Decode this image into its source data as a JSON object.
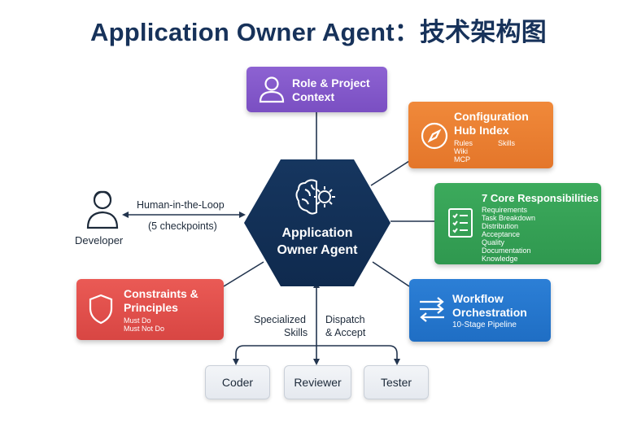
{
  "title": "Application Owner Agent：技术架构图",
  "center": {
    "line1": "Application",
    "line2": "Owner Agent"
  },
  "role_context": {
    "line1": "Role & Project",
    "line2": "Context"
  },
  "config_hub": {
    "line1": "Configuration",
    "line2": "Hub Index",
    "items": [
      "Rules",
      "Skills",
      "Wiki",
      "MCP"
    ]
  },
  "responsibilities": {
    "title": "7 Core Responsibilities",
    "items": [
      "Requirements",
      "Task Breakdown",
      "Distribution",
      "Acceptance",
      "Quality",
      "Documentation",
      "Knowledge"
    ]
  },
  "workflow": {
    "line1": "Workflow",
    "line2": "Orchestration",
    "sub": "10-Stage Pipeline"
  },
  "constraints": {
    "line1": "Constraints &",
    "line2": "Principles",
    "items": [
      "Must Do",
      "Must Not Do"
    ]
  },
  "developer": {
    "label": "Developer",
    "link_line1": "Human-in-the-Loop",
    "link_line2": "(5 checkpoints)"
  },
  "skills": {
    "left_line1": "Specialized",
    "left_line2": "Skills",
    "right_line1": "Dispatch",
    "right_line2": "& Accept"
  },
  "subagents": [
    "Coder",
    "Reviewer",
    "Tester"
  ],
  "colors": {
    "navy": "#16365f",
    "purple": "#7a4fc2",
    "orange": "#e4762a",
    "green": "#2f984f",
    "blue": "#1f6ec4",
    "red": "#d84643"
  },
  "icons": [
    "person-icon",
    "compass-icon",
    "checklist-icon",
    "arrows-icon",
    "shield-icon",
    "brain-gear-icon",
    "developer-icon"
  ]
}
